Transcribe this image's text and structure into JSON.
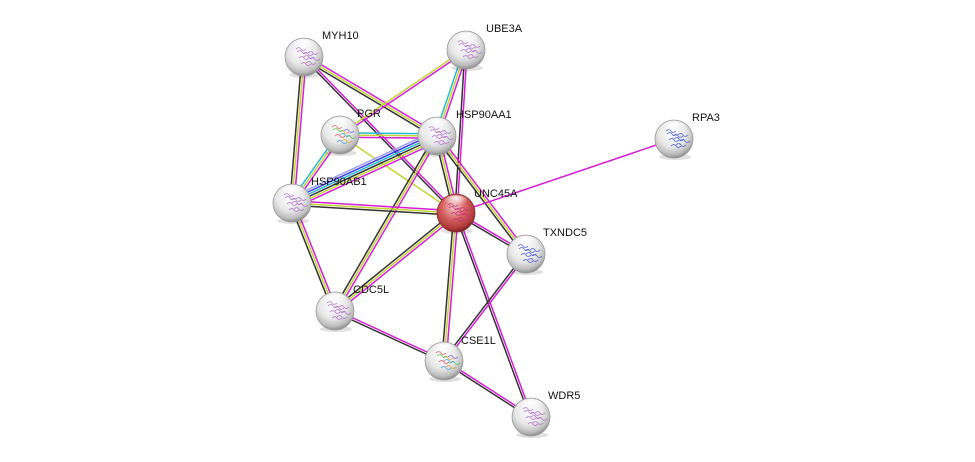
{
  "title": "Protein interaction network",
  "edge_colors": {
    "magenta": "#d61dd6",
    "yellow": "#c2d534",
    "black": "#333333",
    "cyan": "#25b9d8",
    "blue": "#3a3ae6",
    "violet": "#9e9ef0"
  },
  "nodes": [
    {
      "id": "MYH10",
      "label": "MYH10",
      "color": "#e4e4e4",
      "glyph": "#b070c8"
    },
    {
      "id": "UBE3A",
      "label": "UBE3A",
      "color": "#e4e4e4",
      "glyph": "#b070c8"
    },
    {
      "id": "PGR",
      "label": "PGR",
      "color": "#e4e4e4",
      "glyph": "rainbow"
    },
    {
      "id": "HSP90AA1",
      "label": "HSP90AA1",
      "color": "#e4e4e4",
      "glyph": "#b070c8"
    },
    {
      "id": "RPA3",
      "label": "RPA3",
      "color": "#e4e4e4",
      "glyph": "#4a5ad0"
    },
    {
      "id": "HSP90AB1",
      "label": "HSP90AB1",
      "color": "#e4e4e4",
      "glyph": "#b070c8"
    },
    {
      "id": "UNC45A",
      "label": "UNC45A",
      "color": "#d05a5a",
      "glyph": "#c0307a",
      "query": true
    },
    {
      "id": "TXNDC5",
      "label": "TXNDC5",
      "color": "#e4e4e4",
      "glyph": "#4a5ad0"
    },
    {
      "id": "CDC5L",
      "label": "CDC5L",
      "color": "#e4e4e4",
      "glyph": "#b070c8"
    },
    {
      "id": "CSE1L",
      "label": "CSE1L",
      "color": "#e4e4e4",
      "glyph": "rainbow"
    },
    {
      "id": "WDR5",
      "label": "WDR5",
      "color": "#e4e4e4",
      "glyph": "#b070c8"
    }
  ],
  "edges": [
    {
      "source": "MYH10",
      "target": "HSP90AB1",
      "evidence": [
        "magenta",
        "yellow",
        "black"
      ]
    },
    {
      "source": "MYH10",
      "target": "HSP90AA1",
      "evidence": [
        "magenta",
        "yellow",
        "black"
      ]
    },
    {
      "source": "MYH10",
      "target": "UNC45A",
      "evidence": [
        "magenta",
        "black"
      ]
    },
    {
      "source": "UBE3A",
      "target": "PGR",
      "evidence": [
        "magenta",
        "yellow"
      ]
    },
    {
      "source": "UBE3A",
      "target": "HSP90AA1",
      "evidence": [
        "magenta",
        "yellow",
        "cyan"
      ]
    },
    {
      "source": "UBE3A",
      "target": "UNC45A",
      "evidence": [
        "magenta",
        "black"
      ]
    },
    {
      "source": "PGR",
      "target": "HSP90AA1",
      "evidence": [
        "cyan",
        "yellow",
        "magenta"
      ]
    },
    {
      "source": "PGR",
      "target": "HSP90AB1",
      "evidence": [
        "magenta",
        "yellow",
        "cyan"
      ]
    },
    {
      "source": "PGR",
      "target": "UNC45A",
      "evidence": [
        "yellow"
      ]
    },
    {
      "source": "HSP90AA1",
      "target": "HSP90AB1",
      "evidence": [
        "magenta",
        "yellow",
        "black",
        "cyan",
        "blue",
        "violet"
      ]
    },
    {
      "source": "HSP90AA1",
      "target": "UNC45A",
      "evidence": [
        "magenta",
        "yellow",
        "black"
      ]
    },
    {
      "source": "HSP90AA1",
      "target": "TXNDC5",
      "evidence": [
        "magenta",
        "yellow",
        "black"
      ]
    },
    {
      "source": "HSP90AA1",
      "target": "CDC5L",
      "evidence": [
        "magenta",
        "yellow",
        "black"
      ]
    },
    {
      "source": "HSP90AB1",
      "target": "UNC45A",
      "evidence": [
        "magenta",
        "yellow",
        "black"
      ]
    },
    {
      "source": "HSP90AB1",
      "target": "CDC5L",
      "evidence": [
        "magenta",
        "yellow",
        "black"
      ]
    },
    {
      "source": "UNC45A",
      "target": "RPA3",
      "evidence": [
        "magenta"
      ]
    },
    {
      "source": "UNC45A",
      "target": "TXNDC5",
      "evidence": [
        "magenta",
        "black"
      ]
    },
    {
      "source": "UNC45A",
      "target": "CDC5L",
      "evidence": [
        "magenta",
        "yellow",
        "black"
      ]
    },
    {
      "source": "UNC45A",
      "target": "CSE1L",
      "evidence": [
        "magenta",
        "yellow",
        "black"
      ]
    },
    {
      "source": "UNC45A",
      "target": "WDR5",
      "evidence": [
        "magenta",
        "black"
      ]
    },
    {
      "source": "TXNDC5",
      "target": "CSE1L",
      "evidence": [
        "magenta",
        "black"
      ]
    },
    {
      "source": "CDC5L",
      "target": "CSE1L",
      "evidence": [
        "magenta",
        "black"
      ]
    },
    {
      "source": "CSE1L",
      "target": "WDR5",
      "evidence": [
        "magenta",
        "black"
      ]
    }
  ]
}
